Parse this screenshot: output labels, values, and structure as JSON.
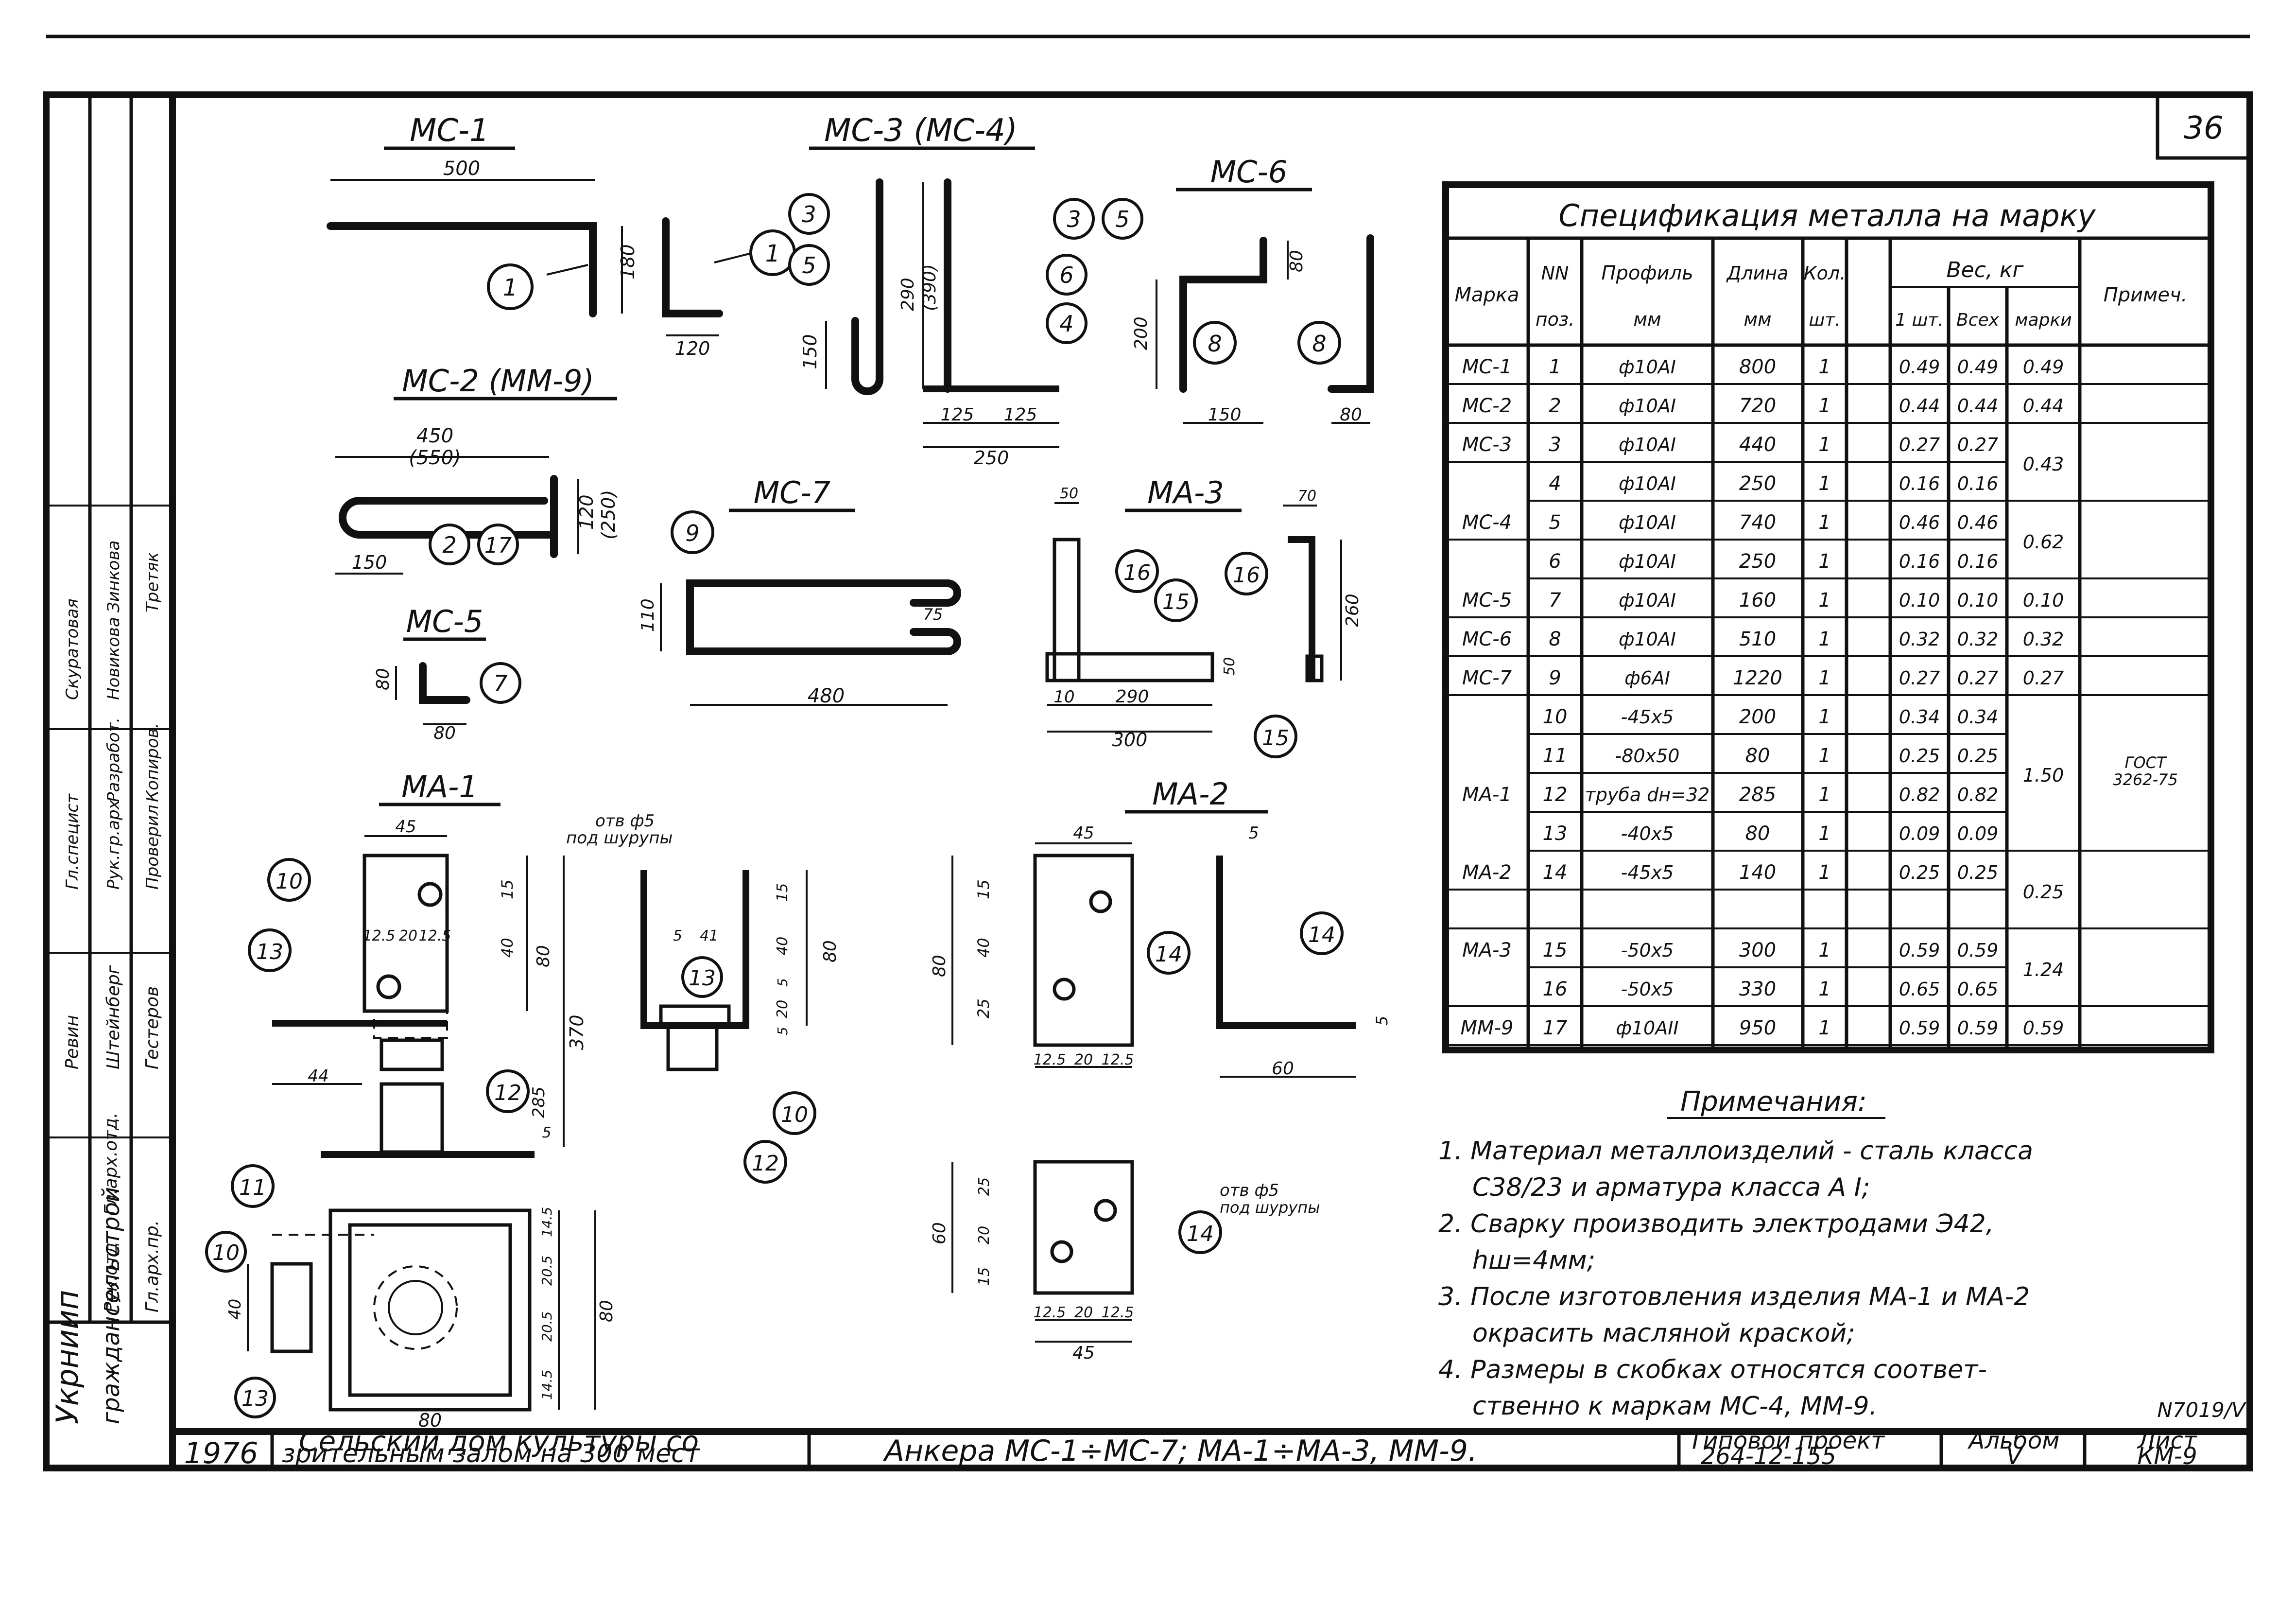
{
  "sheet": {
    "number": "36",
    "institute": [
      "Укрниип",
      "гражданселъстрой"
    ],
    "year": "1976",
    "object_title": [
      "Сельский дом культуры со",
      "зрительным залом на 300 мест"
    ],
    "drawing_title": "Анкера МС-1÷МС-7; МА-1÷МА-3, ММ-9.",
    "project_label": "Типовой проект",
    "project_code": "264-12-155",
    "album_label": "Альбом",
    "album_value": "V",
    "sheet_label": "Лист",
    "sheet_value": "КМ-9",
    "archive_number": "N7019/V"
  },
  "signatures": {
    "roles": [
      "Рук.отд",
      "Гл.арх.отд.",
      "Гл.арх.пр.",
      "Гл.специст",
      "Рук.гр.арх",
      "Разработ.",
      "Проверил",
      "Копиров."
    ],
    "names": [
      "Ревин",
      "Штейнберг",
      "Гестеров",
      "Скуратовая",
      "Новикова",
      "Зинкова",
      "Третяк"
    ]
  },
  "drawings": {
    "mc1": {
      "title": "МС-1",
      "dims": [
        "500",
        "180",
        "120"
      ],
      "pos": "1"
    },
    "mc2": {
      "title": "МС-2 (ММ-9)",
      "dims": [
        "450",
        "(550)",
        "150",
        "120",
        "(250)"
      ],
      "pos": [
        "2",
        "17"
      ]
    },
    "mc3": {
      "title": "МС-3 (МС-4)",
      "dims": [
        "150",
        "290",
        "(390)",
        "125",
        "125",
        "250"
      ],
      "pos": [
        "3",
        "5",
        "3",
        "5",
        "6",
        "4"
      ]
    },
    "mc5": {
      "title": "МС-5",
      "dims": [
        "80",
        "80"
      ],
      "pos": "7"
    },
    "mc6": {
      "title": "МС-6",
      "dims": [
        "200",
        "80",
        "150",
        "80"
      ],
      "pos": [
        "8",
        "8"
      ]
    },
    "mc7": {
      "title": "МС-7",
      "dims": [
        "110",
        "75",
        "480"
      ],
      "pos": "9"
    },
    "ma3": {
      "title": "МА-3",
      "dims": [
        "50",
        "70",
        "50",
        "10",
        "290",
        "300",
        "260"
      ],
      "pos": [
        "16",
        "15",
        "16",
        "15"
      ]
    },
    "ma1": {
      "title": "МА-1",
      "note": [
        "отв ф5",
        "под шурупы"
      ],
      "dims": [
        "45",
        "15",
        "40",
        "80",
        "370",
        "285",
        "5",
        "12.5",
        "20",
        "12.5",
        "44",
        "5",
        "41",
        "15",
        "40",
        "5",
        "20",
        "5",
        "80",
        "14.5",
        "20.5",
        "20.5",
        "14.5",
        "80",
        "40",
        "80"
      ],
      "pos": [
        "10",
        "13",
        "12",
        "11",
        "10",
        "13",
        "12",
        "10",
        "13"
      ]
    },
    "ma2": {
      "title": "МА-2",
      "note": [
        "отв ф5",
        "под шурупы"
      ],
      "dims": [
        "45",
        "5",
        "80",
        "15",
        "40",
        "25",
        "12.5",
        "20",
        "12.5",
        "5",
        "60",
        "60",
        "25",
        "20",
        "15",
        "12.5",
        "20",
        "12.5",
        "45"
      ],
      "pos": [
        "14",
        "14",
        "14"
      ]
    }
  },
  "spec": {
    "title": "Спецификация металла на марку",
    "headers": {
      "mark": "Марка",
      "pos_a": "NN",
      "pos_b": "поз.",
      "profile_a": "Профиль",
      "profile_b": "мм",
      "length_a": "Длина",
      "length_b": "мм",
      "qty_a": "Кол.",
      "qty_b": "шт.",
      "weight": "Вес, кг",
      "w1": "1 шт.",
      "wall": "Всех",
      "wmark": "марки",
      "note": "Примеч."
    },
    "rows": [
      {
        "mark": "МС-1",
        "pos": "1",
        "profile": "ф10АI",
        "length": "800",
        "qty": "1",
        "w1": "0.49",
        "wall": "0.49"
      },
      {
        "mark": "МС-2",
        "pos": "2",
        "profile": "ф10АI",
        "length": "720",
        "qty": "1",
        "w1": "0.44",
        "wall": "0.44"
      },
      {
        "mark": "МС-3",
        "pos": "3",
        "profile": "ф10АI",
        "length": "440",
        "qty": "1",
        "w1": "0.27",
        "wall": "0.27"
      },
      {
        "mark": "",
        "pos": "4",
        "profile": "ф10АI",
        "length": "250",
        "qty": "1",
        "w1": "0.16",
        "wall": "0.16"
      },
      {
        "mark": "МС-4",
        "pos": "5",
        "profile": "ф10АI",
        "length": "740",
        "qty": "1",
        "w1": "0.46",
        "wall": "0.46"
      },
      {
        "mark": "",
        "pos": "6",
        "profile": "ф10АI",
        "length": "250",
        "qty": "1",
        "w1": "0.16",
        "wall": "0.16"
      },
      {
        "mark": "МС-5",
        "pos": "7",
        "profile": "ф10АI",
        "length": "160",
        "qty": "1",
        "w1": "0.10",
        "wall": "0.10"
      },
      {
        "mark": "МС-6",
        "pos": "8",
        "profile": "ф10АI",
        "length": "510",
        "qty": "1",
        "w1": "0.32",
        "wall": "0.32"
      },
      {
        "mark": "МС-7",
        "pos": "9",
        "profile": "ф6АI",
        "length": "1220",
        "qty": "1",
        "w1": "0.27",
        "wall": "0.27"
      },
      {
        "mark": "",
        "pos": "10",
        "profile": "-45х5",
        "length": "200",
        "qty": "1",
        "w1": "0.34",
        "wall": "0.34"
      },
      {
        "mark": "",
        "pos": "11",
        "profile": "-80х50",
        "length": "80",
        "qty": "1",
        "w1": "0.25",
        "wall": "0.25"
      },
      {
        "mark": "МА-1",
        "pos": "12",
        "profile": "труба dн=32",
        "length": "285",
        "qty": "1",
        "w1": "0.82",
        "wall": "0.82"
      },
      {
        "mark": "",
        "pos": "13",
        "profile": "-40х5",
        "length": "80",
        "qty": "1",
        "w1": "0.09",
        "wall": "0.09"
      },
      {
        "mark": "МА-2",
        "pos": "14",
        "profile": "-45х5",
        "length": "140",
        "qty": "1",
        "w1": "0.25",
        "wall": "0.25"
      },
      {
        "mark": "",
        "pos": "",
        "profile": "",
        "length": "",
        "qty": "",
        "w1": "",
        "wall": ""
      },
      {
        "mark": "МА-3",
        "pos": "15",
        "profile": "-50х5",
        "length": "300",
        "qty": "1",
        "w1": "0.59",
        "wall": "0.59"
      },
      {
        "mark": "",
        "pos": "16",
        "profile": "-50х5",
        "length": "330",
        "qty": "1",
        "w1": "0.65",
        "wall": "0.65"
      },
      {
        "mark": "ММ-9",
        "pos": "17",
        "profile": "ф10АII",
        "length": "950",
        "qty": "1",
        "w1": "0.59",
        "wall": "0.59"
      }
    ],
    "mark_totals": [
      "0.49",
      "0.44",
      "0.43",
      "0.62",
      "0.10",
      "0.32",
      "0.27",
      "1.50",
      "0.25",
      "1.24",
      "0.59"
    ],
    "gost_note": [
      "ГОСТ",
      "3262-75"
    ]
  },
  "notes": {
    "title": "Примечания:",
    "lines": [
      "1. Материал металлоизделий - сталь класса",
      "С38/23 и арматура класса А I;",
      "2. Сварку производить электродами Э42,",
      "hш=4мм;",
      "3. После изготовления изделия МА-1 и МА-2",
      "окрасить масляной краской;",
      "4. Размеры в скобках относятся соответ-",
      "ственно к маркам МС-4, ММ-9."
    ]
  }
}
